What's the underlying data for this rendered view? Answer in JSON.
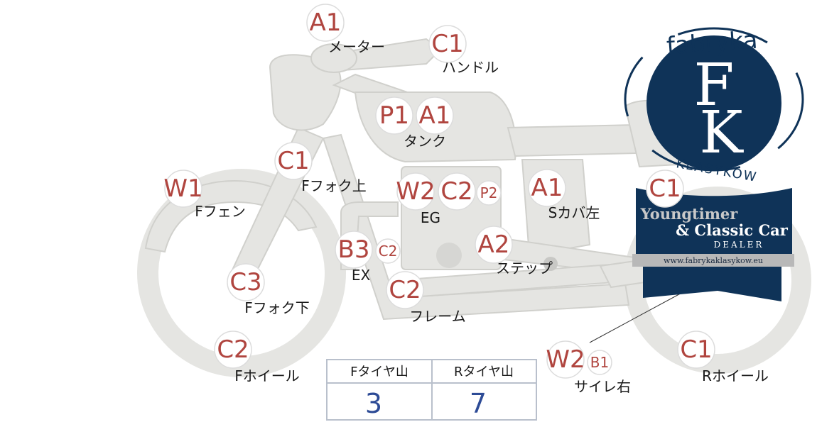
{
  "colors": {
    "grade_text": "#b0453f",
    "label_text": "#1a1a1a",
    "bike_fill": "#e5e5e2",
    "bike_stroke": "#cdcdca",
    "badge_border": "#dcdcdc",
    "table_border": "#b9c0cc",
    "tread_number": "#2d4b96",
    "logo_navy": "#0f3358",
    "logo_silver": "#b8b8b8",
    "logo_white": "#ffffff"
  },
  "parts": [
    {
      "id": "meter",
      "label": "メーター",
      "grades": [
        "A1"
      ]
    },
    {
      "id": "handle",
      "label": "ハンドル",
      "grades": [
        "C1"
      ]
    },
    {
      "id": "tank",
      "label": "タンク",
      "grades": [
        "P1",
        "A1"
      ]
    },
    {
      "id": "f-fork-upper",
      "label": "Fフォク上",
      "grades": [
        "C1"
      ]
    },
    {
      "id": "f-fender",
      "label": "Fフェン",
      "grades": [
        "W1"
      ]
    },
    {
      "id": "engine",
      "label": "EG",
      "grades": [
        "W2",
        "C2",
        "P2"
      ]
    },
    {
      "id": "s-cover-left",
      "label": "Sカバ左",
      "grades": [
        "A1"
      ]
    },
    {
      "id": "exhaust",
      "label": "EX",
      "grades": [
        "B3",
        "C2"
      ]
    },
    {
      "id": "step",
      "label": "ステップ",
      "grades": [
        "A2"
      ]
    },
    {
      "id": "f-fork-lower",
      "label": "Fフォク下",
      "grades": [
        "C3"
      ]
    },
    {
      "id": "frame",
      "label": "フレーム",
      "grades": [
        "C2"
      ]
    },
    {
      "id": "f-wheel",
      "label": "Fホイール",
      "grades": [
        "C2"
      ]
    },
    {
      "id": "silencer-right",
      "label": "サイレ右",
      "grades": [
        "W2",
        "B1"
      ]
    },
    {
      "id": "r-wheel",
      "label": "Rホイール",
      "grades": [
        "C1"
      ]
    },
    {
      "id": "hidden-right",
      "label": "",
      "grades": [
        "C1"
      ]
    }
  ],
  "tread_table": {
    "headers": [
      "Fタイヤ山",
      "Rタイヤ山"
    ],
    "values": [
      "3",
      "7"
    ]
  },
  "watermark": {
    "top_word": "fabryka",
    "monogram_1": "F",
    "monogram_2": "K",
    "bottom_word": "KLASYKÓW",
    "banner_line1": "Youngtimer",
    "banner_line2": "& Classic Car",
    "banner_line3": "DEALER",
    "banner_url": "www.fabrykaklasykow.eu"
  }
}
